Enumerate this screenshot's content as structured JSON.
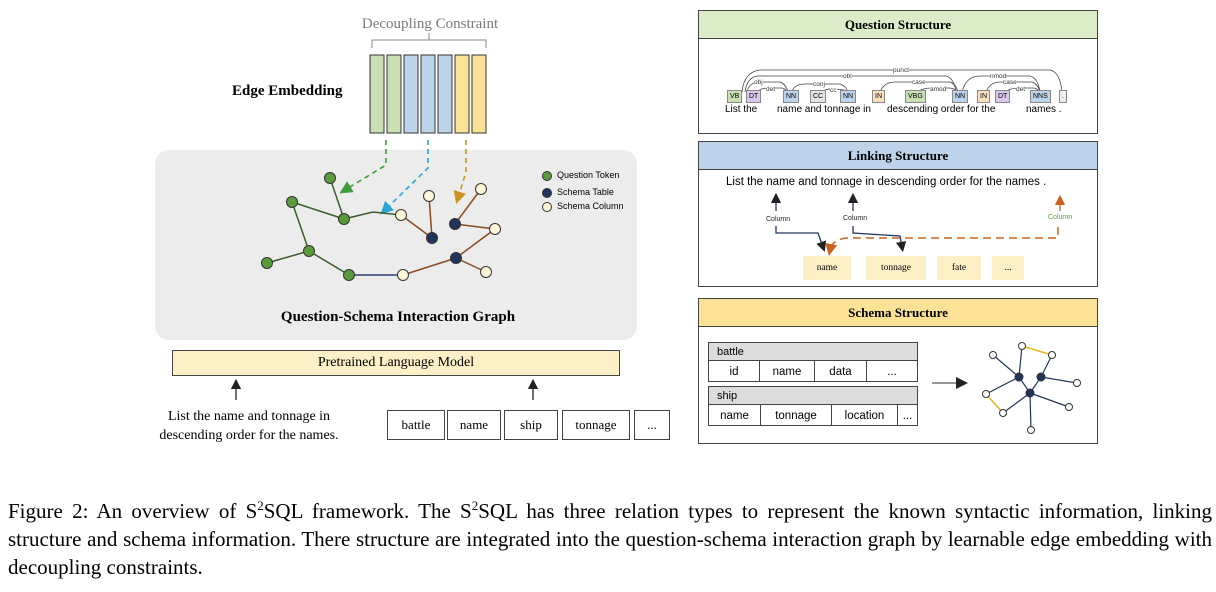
{
  "left": {
    "decoupling_label": "Decoupling Constraint",
    "edge_embedding_label": "Edge Embedding",
    "graph_title": "Question-Schema Interaction Graph",
    "plm_label": "Pretrained Language Model",
    "question_line1": "List the name and tonnage in",
    "question_line2": "descending order for the names.",
    "schema_items": [
      "battle",
      "name",
      "ship",
      "tonnage",
      "..."
    ],
    "legend": {
      "question_token": "Question Token",
      "schema_table": "Schema Table",
      "schema_column": "Schema Column"
    }
  },
  "question_structure": {
    "title": "Question Structure",
    "tokens": [
      "List the",
      "name and tonnage in",
      "descending order for the",
      "names ."
    ],
    "pos_tags": [
      "VB",
      "DT",
      "NN",
      "CC",
      "NN",
      "IN",
      "VBG",
      "NN",
      "IN",
      "DT",
      "NNS",
      "."
    ],
    "dep_labels": [
      "obj",
      "det",
      "obl",
      "conj",
      "cc",
      "punct",
      "case",
      "amod",
      "nmod",
      "case",
      "det"
    ]
  },
  "linking_structure": {
    "title": "Linking Structure",
    "sentence": "List the name and tonnage in  descending order for the names .",
    "labels": [
      "Column",
      "Column",
      "Column"
    ],
    "boxes": [
      "name",
      "tonnage",
      "fate",
      "..."
    ]
  },
  "schema_structure": {
    "title": "Schema Structure",
    "table1": "battle",
    "table1_cols": [
      "id",
      "name",
      "data",
      "..."
    ],
    "table2": "ship",
    "table2_cols": [
      "name",
      "tonnage",
      "location",
      "..."
    ]
  },
  "caption": {
    "prefix": "Figure 2: An overview of S",
    "sup1": "2",
    "mid1": "SQL framework. The S",
    "sup2": "2",
    "rest": "SQL has three relation types to represent the known syntactic information, linking structure and schema information.  There structure are integrated into the question-schema interaction graph by learnable edge embedding with decoupling constraints."
  },
  "colors": {
    "question_green": "#5b9a3c",
    "table_navy": "#22345e",
    "column_fill": "#fdf6d8",
    "edge_green": "#c8e0b4",
    "edge_blue": "#bcd3ea",
    "edge_yellow": "#fbe295",
    "arrow_orange": "#c9621c"
  }
}
